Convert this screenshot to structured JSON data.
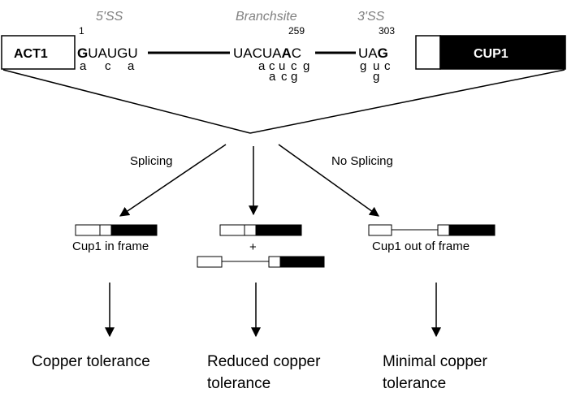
{
  "top": {
    "five_ss": "5'SS",
    "branchsite": "Branchsite",
    "three_ss": "3'SS",
    "pos_5ss": "1",
    "pos_branch": "259",
    "pos_3ss": "303",
    "act1": "ACT1",
    "cup1": "CUP1",
    "seq5_bold": "G",
    "seq5_rest": "UAUGU",
    "alt5": [
      "a",
      "c",
      "a"
    ],
    "branch_pre": "UACUA",
    "branch_bold": "A",
    "branch_post": "C",
    "alt_branch_row1": [
      "a",
      "c",
      "u",
      "c",
      "g"
    ],
    "alt_branch_row2": [
      "a",
      "c",
      "g"
    ],
    "seq3_pre": "UA",
    "seq3_bold": "G",
    "alt3_row1": [
      "g",
      "u",
      "c"
    ],
    "alt3_row2": [
      "g"
    ]
  },
  "arrows": {
    "splicing": "Splicing",
    "no_splicing": "No Splicing"
  },
  "products": {
    "in_frame": "Cup1 in frame",
    "plus": "+",
    "out_of_frame": "Cup1 out of frame"
  },
  "outcomes": {
    "left": "Copper tolerance",
    "middle_line1": "Reduced copper",
    "middle_line2": "tolerance",
    "right_line1": "Minimal copper",
    "right_line2": "tolerance"
  },
  "colors": {
    "exon_fill": "#000000",
    "exon_empty": "#ffffff",
    "label_gray": "#808080"
  }
}
